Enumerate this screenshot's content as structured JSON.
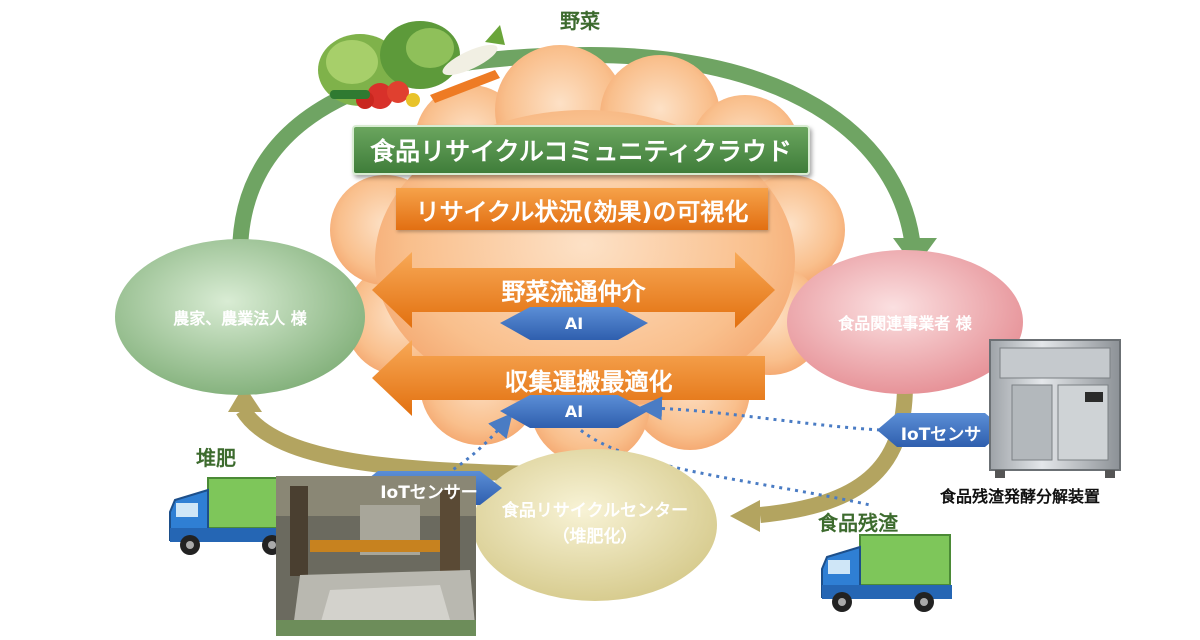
{
  "flow_labels": {
    "vegetables": "野菜",
    "compost": "堆肥",
    "food_residue": "食品残渣"
  },
  "cloud": {
    "title": "食品リサイクルコミュニティクラウド",
    "visualization": "リサイクル状況(効果)の可視化",
    "vegetable_brokerage": "野菜流通仲介",
    "collection_optimization": "収集運搬最適化",
    "ai_upper": "AI",
    "ai_lower": "AI"
  },
  "nodes": {
    "farmers": "農家、農業法人 様",
    "food_business": "食品関連事業者 様",
    "recycle_center_line1": "食品リサイクルセンター",
    "recycle_center_line2": "（堆肥化）"
  },
  "sensors": {
    "iot_right": "IoTセンサ",
    "iot_left": "IoTセンサー"
  },
  "captions": {
    "decomposer": "食品残渣発酵分解装置"
  },
  "colors": {
    "green_arrow": "#6fa463",
    "olive_arrow": "#b3a460",
    "cloud_orange": "#f7b27a",
    "cloud_green_title": "#4b8b43",
    "orange_box": "#ec8427",
    "ai_hex": "#3b6fbf",
    "farmer_node": "#a6cca0",
    "business_node": "#f0a8ac",
    "center_node": "#e6deac",
    "dotted_blue": "#4a7cc4"
  }
}
